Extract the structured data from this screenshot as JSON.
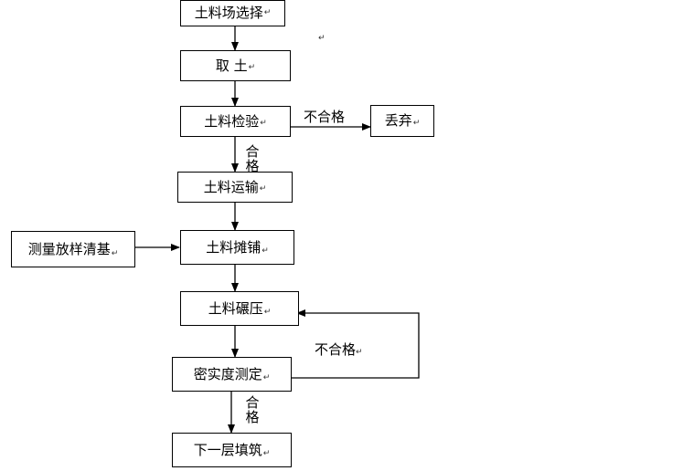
{
  "nodes": {
    "select": "土料场选择",
    "take": "取 土",
    "inspect": "土料检验",
    "discard": "丢弃",
    "transport": "土料运输",
    "survey": "测量放样清基",
    "spread": "土料摊铺",
    "compact": "土料碾压",
    "density": "密实度测定",
    "next": "下一层填筑"
  },
  "labels": {
    "fail_1": "不合格",
    "pass_1_top": "合",
    "pass_1_bottom": "格",
    "fail_2": "不合格",
    "pass_2_top": "合",
    "pass_2_bottom": "格"
  }
}
